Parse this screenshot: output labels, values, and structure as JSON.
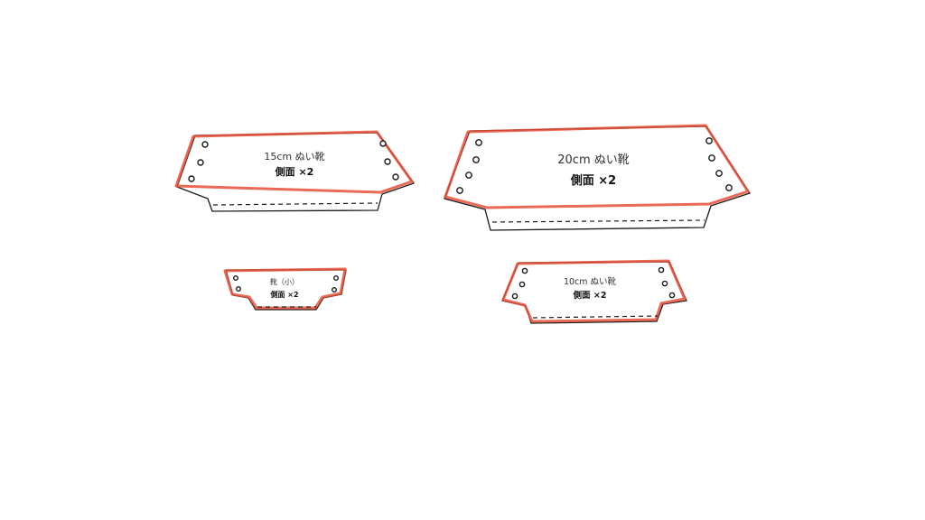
{
  "pieces": [
    {
      "title": "15cm ぬい靴",
      "subtitle": "側面 ×2"
    },
    {
      "title": "20cm ぬい靴",
      "subtitle": "側面 ×2"
    },
    {
      "title": "靴（小）",
      "subtitle": "側面 ×2"
    },
    {
      "title": "10cm ぬい靴",
      "subtitle": "側面 ×2"
    }
  ],
  "colors": {
    "cut_line": "#e8503a",
    "outline": "#1a1a1a"
  }
}
